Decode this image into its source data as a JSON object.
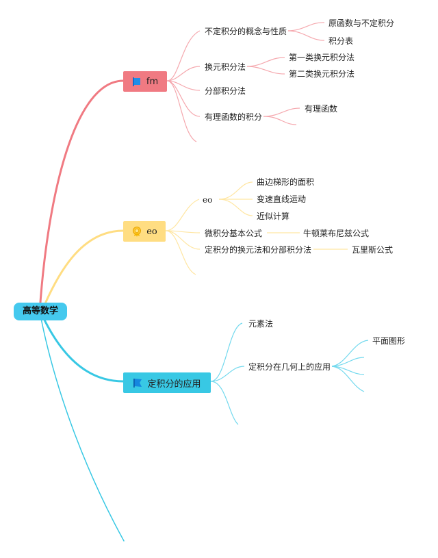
{
  "root": {
    "label": "高等数学"
  },
  "branches": {
    "fm": {
      "label": "fm",
      "icon": "flag-icon",
      "color": "#f07a82",
      "children": [
        "不定积分的概念与性质",
        "原函数与不定积分",
        "积分表",
        "换元积分法",
        "第一类换元积分法",
        "第二类换元积分法",
        "分部积分法",
        "有理函数的积分",
        "有理函数"
      ]
    },
    "eo": {
      "label": "eo",
      "icon": "badge-icon",
      "color": "#ffdd82",
      "children": [
        "eo",
        "曲边梯形的面积",
        "变速直线运动",
        "近似计算",
        "微积分基本公式",
        "牛顿莱布尼兹公式",
        "定积分的换元法和分部积分法",
        "瓦里斯公式"
      ]
    },
    "app": {
      "label": "定积分的应用",
      "icon": "flag-icon",
      "color": "#38c8e4",
      "children": [
        "元素法",
        "定积分在几何上的应用",
        "平面图形"
      ]
    }
  },
  "colors": {
    "root": "#45c9ee",
    "blue_line": "#38c8e4",
    "red_line": "#f07a82",
    "yellow_line": "#ffdd82"
  }
}
